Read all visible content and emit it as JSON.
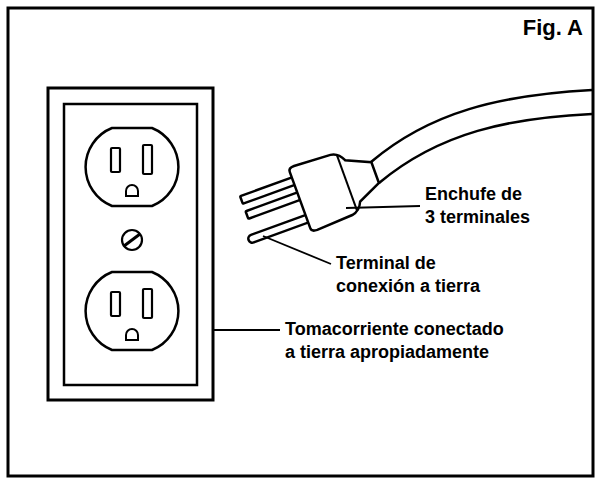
{
  "diagram": {
    "title": "Fig. A",
    "labels": [
      "Enchufe de 3 terminales",
      "Terminal de conexión a tierra",
      "Tomacorriente conectado a tierra apropiadamente"
    ]
  }
}
